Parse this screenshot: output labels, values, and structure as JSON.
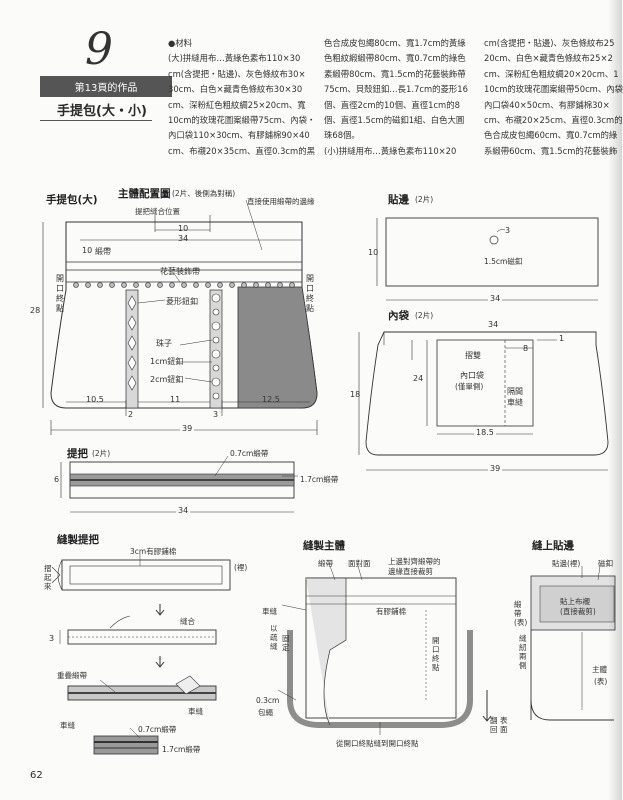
{
  "header": {
    "number": "9",
    "badge": "第13頁的作品",
    "title": "手提包(大・小)"
  },
  "materials": {
    "col1": [
      "●材料",
      "(大)拼縫用布…黃綠色素布110×30",
      "cm(含提把・貼邊)、灰色條紋布30×",
      "30cm、白色×藏青色條紋布30×30",
      "cm、深粉紅色粗紋綢25×20cm、寬",
      "10cm的玫瑰花圖案緞帶75cm、內袋・",
      "內口袋110×30cm、有膠鋪棉90×40",
      "cm、布襯20×35cm、直徑0.3cm的黑"
    ],
    "col2": [
      "色合成皮包繩80cm、寬1.7cm的黃綠",
      "色粗紋緞緞帶80cm、寬0.7cm的綠色",
      "素緞帶80cm、寬1.5cm的花藝裝飾帶",
      "75cm、貝殼鈕釦…長1.7cm的菱形16",
      "個、直徑2cm的10個、直徑1cm的8",
      "個、直徑1.5cm的磁釦1組、白色大圓",
      "珠68個。",
      "(小)拼縫用布…黃綠色素布110×20"
    ],
    "col3": [
      "cm(含提把・貼邊)、灰色條紋布25",
      "20cm、白色×藏青色條紋布25×2",
      "cm、深粉紅色粗紋綢20×20cm、1",
      "10cm的玫瑰花圖案緞帶50cm、內袋",
      "內口袋40×50cm、有膠鋪棉30×",
      "cm、布襯20×25cm、直徑0.3cm的",
      "色合成皮包繩60cm、寬0.7cm的綠",
      "系緞帶60cm、寬1.5cm的花藝裝飾"
    ]
  },
  "main_diagram": {
    "bag_title": "手提包(大)",
    "layout_title": "主體配置圖",
    "layout_note": "(2片、後側為對稱)",
    "edge_note": "直接使用緞帶的邊緣",
    "handle_pos": "提把縫合位置",
    "w10": "10",
    "w34": "34",
    "h28": "28",
    "ribbon10": "10",
    "ribbon_label": "緞帶",
    "flower_ribbon": "花藝裝飾帶",
    "opening_left": "開口終點",
    "opening_right": "開口終點",
    "diamond": "菱形鈕釦",
    "bead": "珠子",
    "btn1": "1cm鈕釦",
    "btn2": "2cm鈕釦",
    "d105": "10.5",
    "d11": "11",
    "d125": "12.5",
    "d2": "2",
    "d3": "3",
    "d39": "39"
  },
  "facing": {
    "title": "貼邊",
    "count": "(2片)",
    "h10": "10",
    "w34": "34",
    "num3": "3",
    "magnet": "1.5cm磁釦"
  },
  "lining": {
    "title": "內袋",
    "count": "(2片)",
    "w34": "34",
    "n1": "1",
    "n8": "8",
    "h24": "24",
    "h18": "18",
    "fold": "摺雙",
    "pocket": "內口袋",
    "pocket2": "(僅單側)",
    "sep1": "隔間",
    "sep2": "車縫",
    "w185": "18.5",
    "w39": "39"
  },
  "handle": {
    "title": "提把",
    "count": "(2片)",
    "ribbon07": "0.7cm緞帶",
    "ribbon17": "1.7cm緞帶",
    "h6": "6",
    "w34": "34"
  },
  "sew_handle": {
    "title": "縫製提把",
    "batting": "3cm有膠鋪棉",
    "back": "(裡)",
    "fold": "摺起來",
    "stitch": "縫合",
    "n3": "3",
    "overlap": "重疊緞帶",
    "seam1": "車縫",
    "seam2": "車縫",
    "r07": "0.7cm緞帶",
    "r17": "1.7cm緞帶"
  },
  "sew_body": {
    "title": "縫製主體",
    "ribbon": "緞帶",
    "face": "面對面",
    "top1": "上邊對齊緞帶的",
    "top2": "邊緣直接裁剪",
    "seam": "車縫",
    "batting": "有膠鋪棉",
    "fix1": "以疏縫",
    "fix2": "固定",
    "open": "開口終點",
    "cord1": "0.3cm",
    "cord2": "包繩",
    "bottom": "從開口終點縫到開口終點"
  },
  "sew_facing": {
    "title": "縫上貼邊",
    "facing": "貼邊(裡)",
    "magnet": "磁釦",
    "ribbon_front": "緞帶(表)",
    "interfacing1": "貼上布襯",
    "interfacing2": "(直接裁剪)",
    "body": "主體",
    "body2": "(表)",
    "sew_both": "縫紉兩側",
    "turn1": "翻回",
    "turn2": "表面"
  },
  "page_number": "62"
}
